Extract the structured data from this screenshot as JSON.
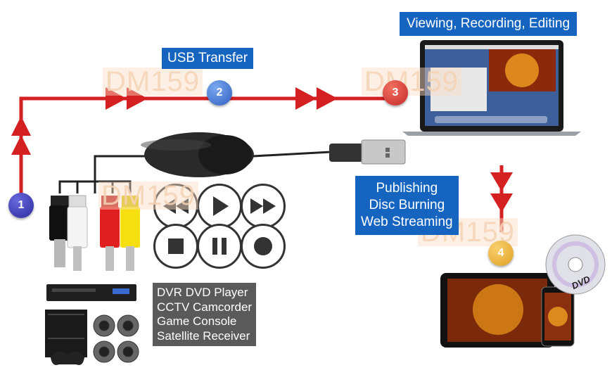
{
  "labels": {
    "usb_transfer": "USB Transfer",
    "viewing": "Viewing, Recording, Editing",
    "publishing": "Publishing",
    "disc_burning": "Disc Burning",
    "web_streaming": "Web Streaming"
  },
  "devices": [
    "DVR DVD Player",
    "CCTV Camcorder",
    "Game Console",
    "Satellite Receiver"
  ],
  "watermark": "DM159",
  "steps": [
    "1",
    "2",
    "3",
    "4"
  ],
  "dvd_label": "DVD",
  "colors": {
    "arrow": "#d42020",
    "label_blue": "#1565c0",
    "device_box": "#5a5a5a",
    "step1": "#2a2a9a",
    "step2": "#2f5fc0",
    "step3": "#c62828",
    "step4": "#e0a020"
  }
}
